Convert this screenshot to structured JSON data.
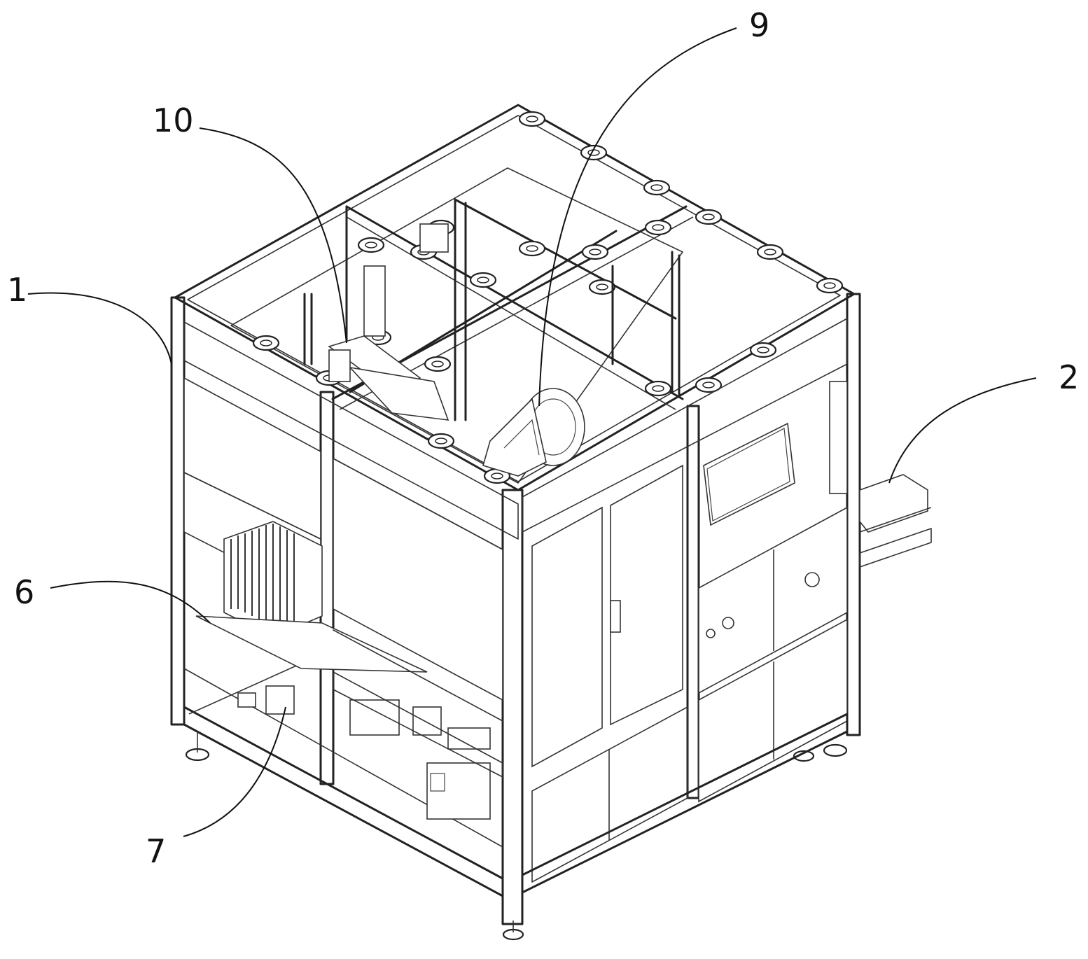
{
  "callouts": [
    {
      "id": "1",
      "label": "1"
    },
    {
      "id": "2",
      "label": "2"
    },
    {
      "id": "6",
      "label": "6"
    },
    {
      "id": "7",
      "label": "7"
    },
    {
      "id": "9",
      "label": "9"
    },
    {
      "id": "10",
      "label": "10"
    }
  ]
}
